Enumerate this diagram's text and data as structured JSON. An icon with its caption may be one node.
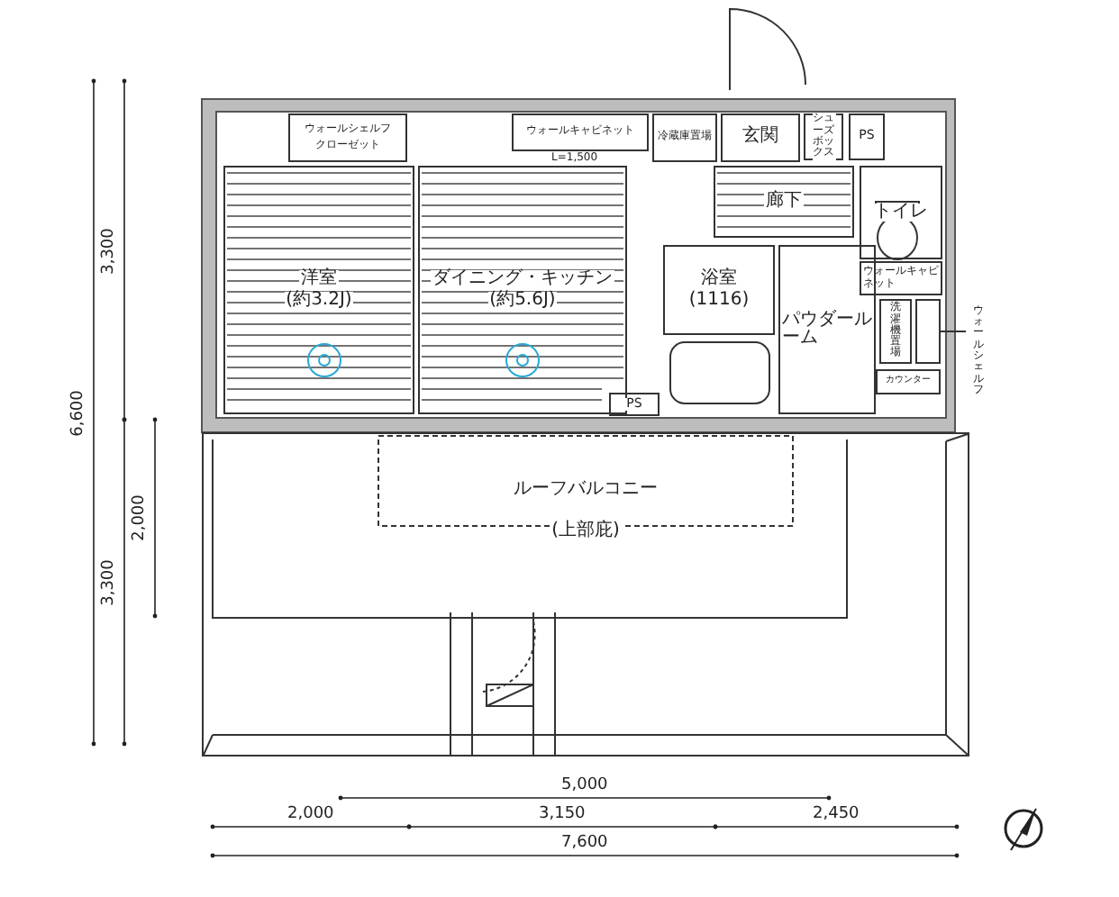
{
  "diagram": {
    "nodes": [
      {
        "text": [
          "洋室",
          "(約3.2J)"
        ]
      },
      {
        "text": [
          "ダイニング・キッチン",
          "(約5.6J)"
        ]
      },
      {
        "text": [
          "ウォールシェルフ",
          "クローゼット"
        ]
      },
      {
        "text": [
          "ウォールキャビネット"
        ],
        "beside": [
          "L=1,500"
        ]
      },
      {
        "text": [
          "冷蔵庫置場"
        ]
      },
      {
        "text": [
          "玄関"
        ]
      },
      {
        "text": [
          "シューズボックス"
        ]
      },
      {
        "text": [
          "PS"
        ]
      },
      {
        "text": [
          "廊下"
        ]
      },
      {
        "text": [
          "トイレ"
        ]
      },
      {
        "text": [
          "ウォールキャビネット"
        ]
      },
      {
        "text": [
          "浴室",
          "(1116)"
        ]
      },
      {
        "text": [
          "パウダールーム"
        ]
      },
      {
        "text": [
          "洗濯機置場"
        ]
      },
      {
        "text": [
          "カウンター"
        ]
      },
      {
        "text": [
          "PS"
        ]
      },
      {
        "text": [
          "ルーフバルコニー",
          "(上部庇)"
        ]
      },
      {
        "text": [
          "ウォールシェルフ"
        ]
      },
      {
        "text": [],
        "shape": "box"
      }
    ],
    "edges": [
      {
        "from": 17,
        "to": 18,
        "arrow": "none"
      }
    ],
    "labels": [
      "6,600",
      "3,300",
      "2,000",
      "3,300",
      "5,000",
      "2,000",
      "3,150",
      "2,450",
      "7,600"
    ]
  }
}
